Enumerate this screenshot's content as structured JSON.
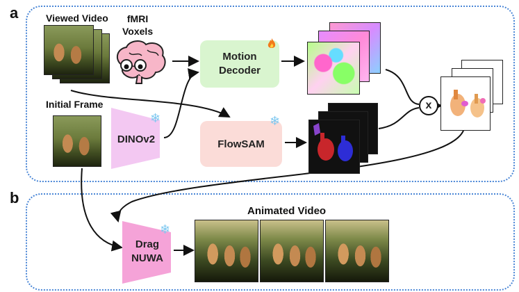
{
  "panels": {
    "a": "a",
    "b": "b"
  },
  "labels": {
    "viewed_video": "Viewed Video",
    "fmri_voxels": "fMRI\nVoxels",
    "initial_frame": "Initial Frame",
    "animated_video": "Animated Video"
  },
  "nodes": {
    "motion_decoder": "Motion\nDecoder",
    "dinov2": "DINOv2",
    "flowsam": "FlowSAM",
    "drag_nuwa": "Drag\nNUWA",
    "multiply": "x"
  },
  "icons": {
    "trainable": "fire-icon",
    "frozen": "snowflake-icon",
    "brain": "brain-icon"
  },
  "colors": {
    "panel_border": "#4a86d6",
    "motion_decoder_fill": "#d9f5cf",
    "flowsam_fill": "#fbdcd8",
    "dinov2_fill": "#f3c8f2",
    "drag_nuwa_fill": "#f5a3d8",
    "brain_fill": "#f7b6c8"
  }
}
